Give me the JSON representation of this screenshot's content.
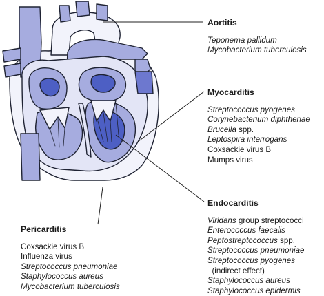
{
  "colors": {
    "outline": "#1f2333",
    "vessel": "#a6acdf",
    "vessel_dark": "#6d78cf",
    "chamber_dark": "#4d5fc4",
    "wall_light": "#e3e5f6",
    "pale": "#f2f3fb",
    "leader": "#222222"
  },
  "labels": {
    "aortitis": {
      "heading": "Aortitis",
      "lines": [
        {
          "text": "Teponema pallidum",
          "italic": true
        },
        {
          "text": "Mycobacterium tuberculosis",
          "italic": true
        }
      ]
    },
    "myocarditis": {
      "heading": "Myocarditis",
      "lines": [
        {
          "text": "Streptococcus pyogenes",
          "italic": true
        },
        {
          "text": "Corynebacterium diphtheriae",
          "italic": true
        },
        {
          "parts": [
            {
              "text": "Brucella",
              "italic": true
            },
            {
              "text": " spp.",
              "italic": false
            }
          ]
        },
        {
          "text": "Leptospira interrogans",
          "italic": true
        },
        {
          "text": "Coxsackie virus B",
          "italic": false
        },
        {
          "text": "Mumps virus",
          "italic": false
        }
      ]
    },
    "endocarditis": {
      "heading": "Endocarditis",
      "lines": [
        {
          "parts": [
            {
              "text": "Viridans",
              "italic": true
            },
            {
              "text": " group streptococci",
              "italic": false
            }
          ]
        },
        {
          "text": "Enterococcus faecalis",
          "italic": true
        },
        {
          "parts": [
            {
              "text": "Peptostreptococcus",
              "italic": true
            },
            {
              "text": " spp.",
              "italic": false
            }
          ]
        },
        {
          "text": "Streptococcus pneumoniae",
          "italic": true
        },
        {
          "text": "Streptococcus pyogenes",
          "italic": true
        },
        {
          "text": "  (indirect effect)",
          "italic": false
        },
        {
          "text": "Staphylococcus aureus",
          "italic": true
        },
        {
          "text": "Staphylococcus epidermis",
          "italic": true
        }
      ]
    },
    "pericarditis": {
      "heading": "Pericarditis",
      "lines": [
        {
          "text": "Coxsackie virus B",
          "italic": false
        },
        {
          "text": "Influenza virus",
          "italic": false
        },
        {
          "text": "Streptococcus pneumoniae",
          "italic": true
        },
        {
          "text": "Staphylococcus aureus",
          "italic": true
        },
        {
          "text": "Mycobacterium tuberculosis",
          "italic": true
        }
      ]
    }
  }
}
